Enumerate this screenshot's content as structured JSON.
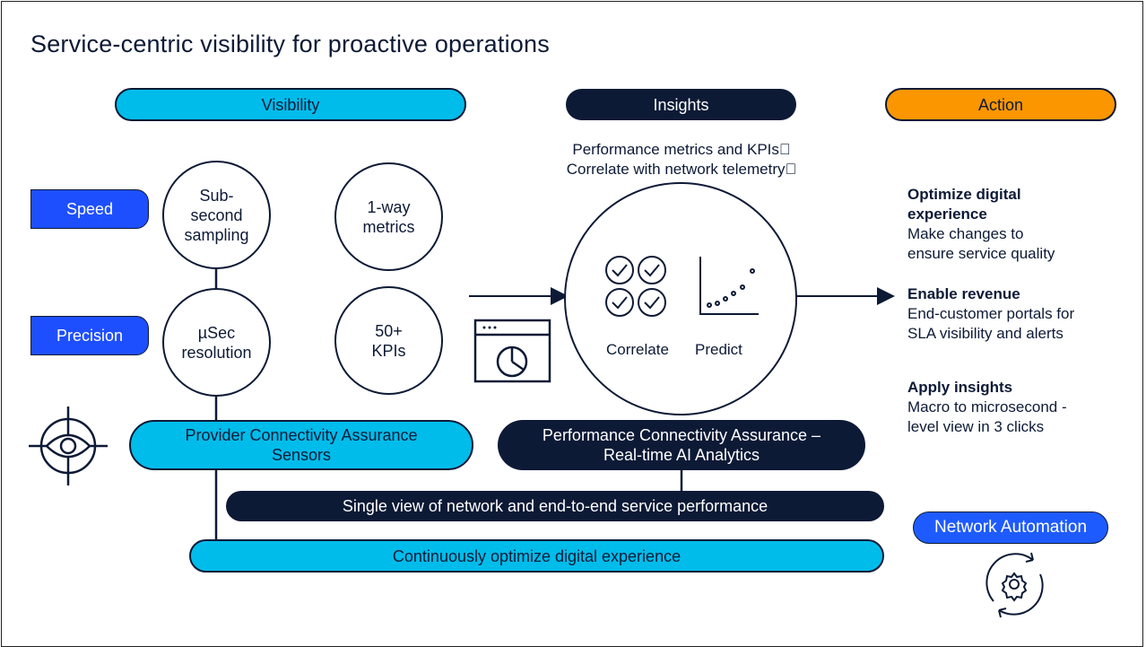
{
  "title": "Service-centric visibility for proactive operations",
  "headers": {
    "visibility": "Visibility",
    "insights": "Insights",
    "action": "Action"
  },
  "tabs": {
    "speed": "Speed",
    "precision": "Precision"
  },
  "circles": {
    "sub_second": "Sub-second sampling",
    "one_way": "1-way metrics",
    "usec": "µSec resolution",
    "kpis": "50+ KPIs"
  },
  "insights_text": {
    "line1": "Performance metrics and KPIs\u0000",
    "line2": "Correlate with network telemetry\u0000"
  },
  "big_circle": {
    "correlate": "Correlate",
    "predict": "Predict"
  },
  "actions": [
    {
      "heading": "Optimize digital experience",
      "body": "Make changes to ensure service quality"
    },
    {
      "heading": "Enable revenue",
      "body": "End-customer portals for SLA visibility and alerts"
    },
    {
      "heading": "Apply insights",
      "body": "Macro to microsecond - level view in 3 clicks"
    }
  ],
  "bars": {
    "sensors": "Provider Connectivity Assurance Sensors",
    "analytics": "Performance Connectivity Assurance – Real-time AI Analytics",
    "single_view": "Single view of network and end-to-end service performance",
    "optimize": "Continuously optimize digital experience",
    "automation": "Network Automation"
  },
  "icons": [
    "target-icon",
    "dashboard-icon",
    "check-circle-icon",
    "scatter-plot-icon",
    "gear-cycle-icon",
    "arrow-right-icon"
  ]
}
